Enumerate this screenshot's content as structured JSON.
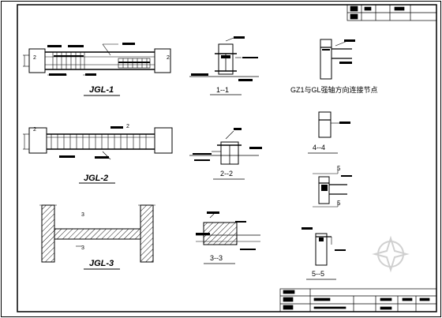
{
  "drawing": {
    "labels": {
      "jgl1": "JGL-1",
      "jgl2": "JGL-2",
      "jgl3": "JGL-3",
      "sec11": "1--1",
      "sec22": "2--2",
      "sec33": "3--3",
      "sec44": "4--4",
      "sec55": "5--5",
      "node_title": "GZ1与GL强轴方向连接节点"
    },
    "marks": {
      "two": "2",
      "three": "3",
      "five": "5"
    }
  },
  "colors": {
    "line": "#000000",
    "hatch": "#000000",
    "watermark": "#d0d0d0"
  }
}
